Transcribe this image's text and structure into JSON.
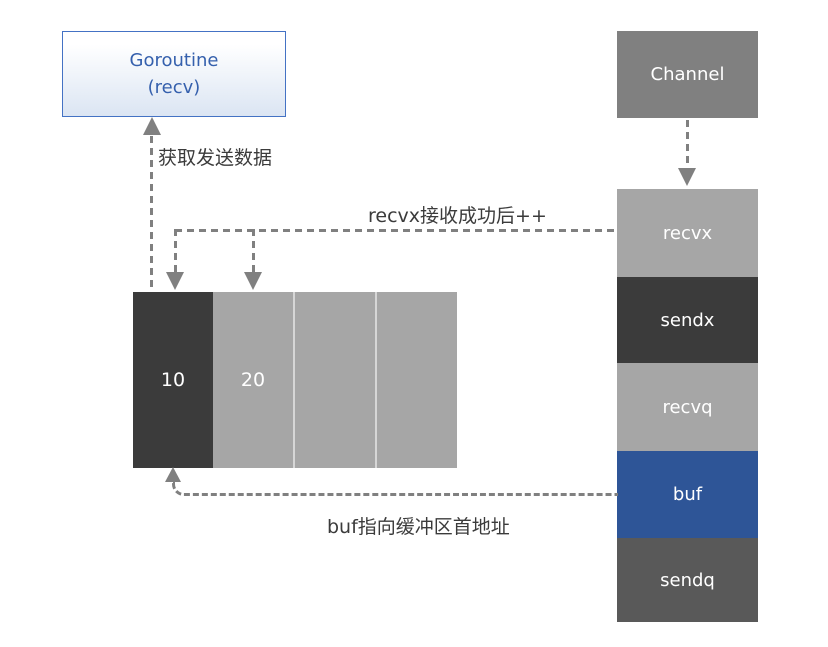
{
  "goroutine": {
    "line1": "Goroutine",
    "line2": "(recv)"
  },
  "channel": {
    "title": "Channel",
    "title_style": "background:#808080",
    "fields": [
      {
        "label": "recvx",
        "style": "background:#A6A6A6"
      },
      {
        "label": "sendx",
        "style": "background:#3B3B3B"
      },
      {
        "label": "recvq",
        "style": "background:#A6A6A6"
      },
      {
        "label": "buf",
        "style": "background:#2E5597"
      },
      {
        "label": "sendq",
        "style": "background:#595959"
      }
    ]
  },
  "buffer": {
    "cells": [
      {
        "value": "10",
        "style": "background:#3B3B3B"
      },
      {
        "value": "20",
        "style": "background:#A6A6A6"
      },
      {
        "value": "",
        "style": "background:#A6A6A6;border-left:2px solid #D6D6D6"
      },
      {
        "value": "",
        "style": "background:#A6A6A6;border-left:2px solid #D6D6D6"
      }
    ]
  },
  "labels": {
    "fetch_data": "获取发送数据",
    "recvx_inc": "recvx接收成功后++",
    "buf_pointer": "buf指向缓冲区首地址"
  },
  "colors": {
    "arrow_gray": "#808080",
    "light_gray": "#A6A6A6",
    "dark_gray": "#3B3B3B",
    "mid_gray": "#595959",
    "buf_blue": "#2E5597",
    "goroutine_border": "#4472C4",
    "goroutine_text": "#3560AD",
    "label_text": "#3B3B3B",
    "background": "#FFFFFF"
  }
}
